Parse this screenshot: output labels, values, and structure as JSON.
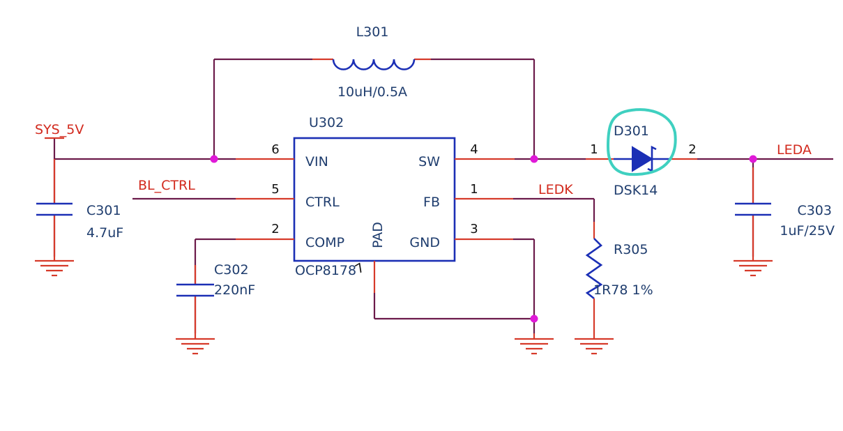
{
  "colors": {
    "wire": "#6b1a4a",
    "pin": "#d63a2a",
    "component": "#1b2fb5",
    "junction": "#e01ad8",
    "annotation": "#3fd0c0",
    "net_label": "#d22a1e",
    "designator": "#1f3d6e"
  },
  "nets": {
    "sys_5v": "SYS_5V",
    "bl_ctrl": "BL_CTRL",
    "ledk": "LEDK",
    "leda": "LEDA"
  },
  "ic": {
    "designator": "U302",
    "part": "OCP8178",
    "pins": {
      "vin": "VIN",
      "ctrl": "CTRL",
      "comp": "COMP",
      "sw": "SW",
      "fb": "FB",
      "gnd": "GND",
      "pad": "PAD"
    },
    "pin_numbers": {
      "vin": "6",
      "ctrl": "5",
      "comp": "2",
      "sw": "4",
      "fb": "1",
      "gnd": "3"
    },
    "pad_number": "7"
  },
  "inductor": {
    "designator": "L301",
    "value": "10uH/0.5A"
  },
  "diode": {
    "designator": "D301",
    "part": "DSK14",
    "pin_anode": "1",
    "pin_cathode": "2"
  },
  "caps": {
    "c301": {
      "designator": "C301",
      "value": "4.7uF"
    },
    "c302": {
      "designator": "C302",
      "value": "220nF"
    },
    "c303": {
      "designator": "C303",
      "value": "1uF/25V"
    }
  },
  "resistor": {
    "designator": "R305",
    "value": "1R78 1%"
  }
}
